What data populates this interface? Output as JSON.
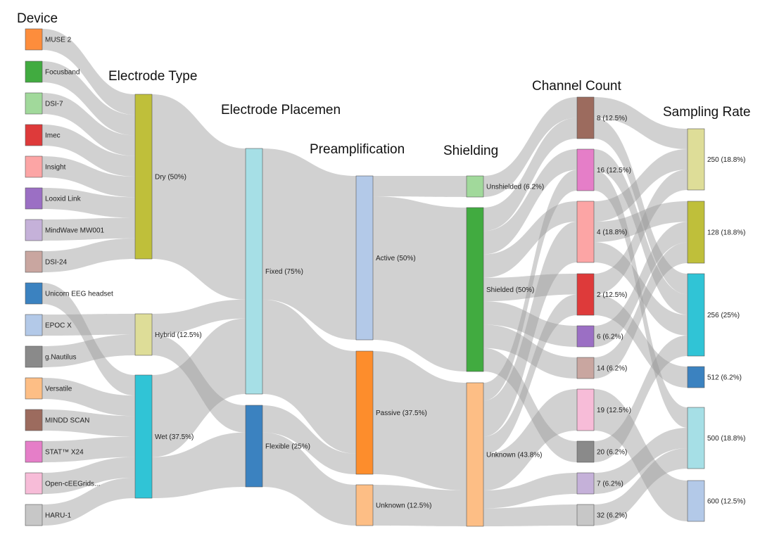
{
  "columns": [
    {
      "title": "Device",
      "nodes": [
        {
          "label": "MUSE 2",
          "color": "#fd8d3c"
        },
        {
          "label": "Focusband",
          "color": "#41ab40"
        },
        {
          "label": "DSI-7",
          "color": "#a1d99b"
        },
        {
          "label": "Imec",
          "color": "#de3a3a"
        },
        {
          "label": "Insight",
          "color": "#fca5a5"
        },
        {
          "label": "Looxid Link",
          "color": "#9b6fc4"
        },
        {
          "label": "MindWave MW001",
          "color": "#c5b1d9"
        },
        {
          "label": "DSI-24",
          "color": "#c9a6a0"
        },
        {
          "label": "Unicorn EEG headset",
          "color": "#3b82c0"
        },
        {
          "label": "EPOC X",
          "color": "#b3c9e8"
        },
        {
          "label": "g.Nautilus",
          "color": "#8a8a8a"
        },
        {
          "label": "Versatile",
          "color": "#fdbe85"
        },
        {
          "label": "MINDD SCAN",
          "color": "#9c6b5e"
        },
        {
          "label": "STAT™ X24",
          "color": "#e57ec8"
        },
        {
          "label": "Open-cEEGrids...",
          "color": "#f7bcd8"
        },
        {
          "label": "HARU-1",
          "color": "#c7c7c7"
        }
      ]
    },
    {
      "title": "Electrode Type",
      "nodes": [
        {
          "label": "Dry (50%)",
          "color": "#bfbf3a"
        },
        {
          "label": "Hybrid (12.5%)",
          "color": "#dedd98"
        },
        {
          "label": "Wet (37.5%)",
          "color": "#30c4d6"
        }
      ]
    },
    {
      "title": "Electrode Placemen",
      "nodes": [
        {
          "label": "Fixed (75%)",
          "color": "#a6dfe6"
        },
        {
          "label": "Flexible (25%)",
          "color": "#3b82c0"
        }
      ]
    },
    {
      "title": "Preamplification",
      "nodes": [
        {
          "label": "Active (50%)",
          "color": "#b3c9e8"
        },
        {
          "label": "Passive (37.5%)",
          "color": "#fd8d2c"
        },
        {
          "label": "Unknown (12.5%)",
          "color": "#fdbe85"
        }
      ]
    },
    {
      "title": "Shielding",
      "nodes": [
        {
          "label": "Unshielded (6.2%)",
          "color": "#a1d99b"
        },
        {
          "label": "Shielded (50%)",
          "color": "#41ab40"
        },
        {
          "label": "Unknown (43.8%)",
          "color": "#fdbe85"
        }
      ]
    },
    {
      "title": "Channel Count",
      "nodes": [
        {
          "label": "8 (12.5%)",
          "color": "#9c6b5e"
        },
        {
          "label": "16 (12.5%)",
          "color": "#e57ec8"
        },
        {
          "label": "4 (18.8%)",
          "color": "#fca5a5"
        },
        {
          "label": "2 (12.5%)",
          "color": "#de3a3a"
        },
        {
          "label": "6 (6.2%)",
          "color": "#9b6fc4"
        },
        {
          "label": "14 (6.2%)",
          "color": "#c9a6a0"
        },
        {
          "label": "19 (12.5%)",
          "color": "#f7bcd8"
        },
        {
          "label": "20 (6.2%)",
          "color": "#8a8a8a"
        },
        {
          "label": "7 (6.2%)",
          "color": "#c5b1d9"
        },
        {
          "label": "32 (6.2%)",
          "color": "#c7c7c7"
        }
      ]
    },
    {
      "title": "Sampling Rate",
      "nodes": [
        {
          "label": "250 (18.8%)",
          "color": "#dedd98"
        },
        {
          "label": "128 (18.8%)",
          "color": "#bfbf3a"
        },
        {
          "label": "256 (25%)",
          "color": "#30c4d6"
        },
        {
          "label": "512 (6.2%)",
          "color": "#3b82c0"
        },
        {
          "label": "500 (18.8%)",
          "color": "#a6dfe6"
        },
        {
          "label": "600 (12.5%)",
          "color": "#b3c9e8"
        }
      ]
    }
  ],
  "devices": [
    [
      "Dry (50%)",
      "Fixed (75%)",
      "Passive (37.5%)",
      "Unknown (43.8%)",
      "4 (18.8%)",
      "256 (25%)"
    ],
    [
      "Dry (50%)",
      "Fixed (75%)",
      "Active (50%)",
      "Shielded (50%)",
      "2 (12.5%)",
      "250 (18.8%)"
    ],
    [
      "Dry (50%)",
      "Fixed (75%)",
      "Active (50%)",
      "Shielded (50%)",
      "8 (12.5%)",
      "250 (18.8%)"
    ],
    [
      "Dry (50%)",
      "Fixed (75%)",
      "Active (50%)",
      "Unshielded (6.2%)",
      "8 (12.5%)",
      "256 (25%)"
    ],
    [
      "Dry (50%)",
      "Fixed (75%)",
      "Active (50%)",
      "Shielded (50%)",
      "6 (6.2%)",
      "128 (18.8%)"
    ],
    [
      "Dry (50%)",
      "Fixed (75%)",
      "Active (50%)",
      "Shielded (50%)",
      "4 (18.8%)",
      "250 (18.8%)"
    ],
    [
      "Dry (50%)",
      "Fixed (75%)",
      "Passive (37.5%)",
      "Unknown (43.8%)",
      "2 (12.5%)",
      "512 (6.2%)"
    ],
    [
      "Dry (50%)",
      "Fixed (75%)",
      "Active (50%)",
      "Shielded (50%)",
      "16 (12.5%)",
      "256 (25%)"
    ],
    [
      "Wet (37.5%)",
      "Fixed (75%)",
      "Active (50%)",
      "Shielded (50%)",
      "20 (6.2%)",
      "256 (25%)"
    ],
    [
      "Hybrid (12.5%)",
      "Fixed (75%)",
      "Active (50%)",
      "Shielded (50%)",
      "14 (6.2%)",
      "128 (18.8%)"
    ],
    [
      "Hybrid (12.5%)",
      "Flexible (25%)",
      "Unknown (12.5%)",
      "Unknown (43.8%)",
      "32 (6.2%)",
      "500 (18.8%)"
    ],
    [
      "Wet (37.5%)",
      "Fixed (75%)",
      "Passive (37.5%)",
      "Unknown (43.8%)",
      "19 (12.5%)",
      "600 (12.5%)"
    ],
    [
      "Wet (37.5%)",
      "Fixed (75%)",
      "Passive (37.5%)",
      "Unknown (43.8%)",
      "4 (18.8%)",
      "128 (18.8%)"
    ],
    [
      "Wet (37.5%)",
      "Fixed (75%)",
      "Passive (37.5%)",
      "Unknown (43.8%)",
      "16 (12.5%)",
      "500 (18.8%)"
    ],
    [
      "Wet (37.5%)",
      "Flexible (25%)",
      "Passive (37.5%)",
      "Unknown (43.8%)",
      "19 (12.5%)",
      "600 (12.5%)"
    ],
    [
      "Wet (37.5%)",
      "Flexible (25%)",
      "Unknown (12.5%)",
      "Unknown (43.8%)",
      "7 (6.2%)",
      "500 (18.8%)"
    ]
  ]
}
